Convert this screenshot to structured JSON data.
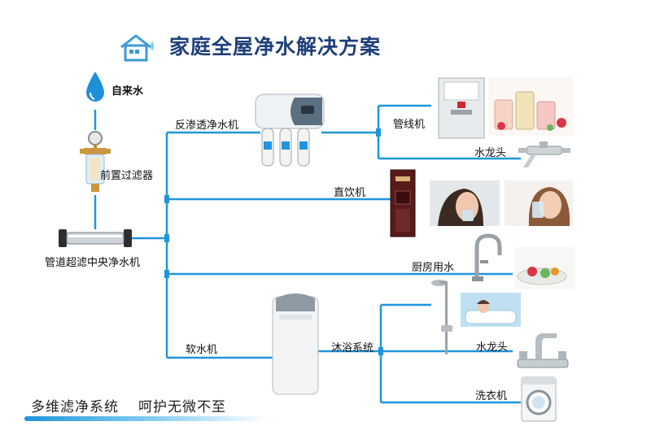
{
  "title": "家庭全屋净水解决方案",
  "slogan_left": "多维滤净系统",
  "slogan_right": "呵护无微不至",
  "labels": {
    "tap_water": "自来水",
    "pre_filter": "前置过滤器",
    "central_purifier": "管道超滤中央净水机",
    "ro_purifier": "反渗透净水机",
    "pipeline_machine": "管线机",
    "faucet_1": "水龙头",
    "direct_drinking": "直饮机",
    "kitchen_water": "厨房用水",
    "water_softener": "软水机",
    "bath_system": "沐浴系统",
    "faucet_2": "水龙头",
    "washing_machine": "洗衣机"
  },
  "colors": {
    "pipe": "#1e96dc",
    "title": "#1f3f7a",
    "drop": "#1e90d8"
  }
}
